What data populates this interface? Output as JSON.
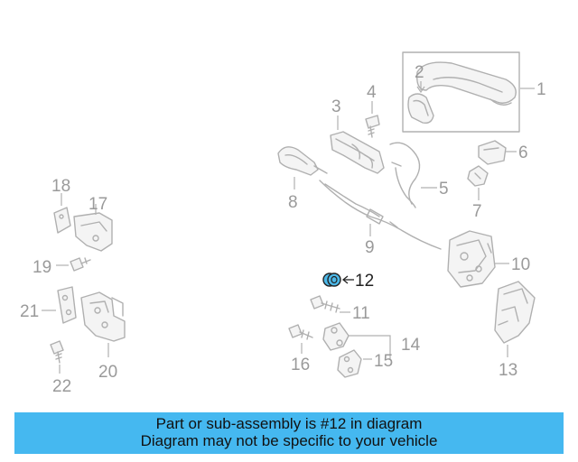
{
  "highlight_color": "#45b8f0",
  "selected_part": "12",
  "parts": [
    {
      "id": "p1",
      "number": "1",
      "icon": "outer-handle"
    },
    {
      "id": "p2",
      "number": "2",
      "icon": "handle-cap"
    },
    {
      "id": "p3",
      "number": "3",
      "icon": "inner-handle-bracket"
    },
    {
      "id": "p4",
      "number": "4",
      "icon": "screw"
    },
    {
      "id": "p5",
      "number": "5",
      "icon": "cable"
    },
    {
      "id": "p6",
      "number": "6",
      "icon": "clip"
    },
    {
      "id": "p7",
      "number": "7",
      "icon": "clip-small"
    },
    {
      "id": "p8",
      "number": "8",
      "icon": "inner-handle"
    },
    {
      "id": "p9",
      "number": "9",
      "icon": "cable-long"
    },
    {
      "id": "p10",
      "number": "10",
      "icon": "latch"
    },
    {
      "id": "p11",
      "number": "11",
      "icon": "bolt"
    },
    {
      "id": "p12",
      "number": "12",
      "icon": "grommet"
    },
    {
      "id": "p13",
      "number": "13",
      "icon": "latch-cover"
    },
    {
      "id": "p14",
      "number": "14",
      "icon": "striker-group"
    },
    {
      "id": "p15",
      "number": "15",
      "icon": "striker"
    },
    {
      "id": "p16",
      "number": "16",
      "icon": "screw"
    },
    {
      "id": "p17",
      "number": "17",
      "icon": "check-arm"
    },
    {
      "id": "p18",
      "number": "18",
      "icon": "pad"
    },
    {
      "id": "p19",
      "number": "19",
      "icon": "bolt"
    },
    {
      "id": "p20",
      "number": "20",
      "icon": "hinge"
    },
    {
      "id": "p21",
      "number": "21",
      "icon": "hinge-plate"
    },
    {
      "id": "p22",
      "number": "22",
      "icon": "bolt"
    }
  ],
  "caption": {
    "line1": "Part or sub-assembly is #12 in diagram",
    "line2": "Diagram may not be specific to your vehicle"
  }
}
